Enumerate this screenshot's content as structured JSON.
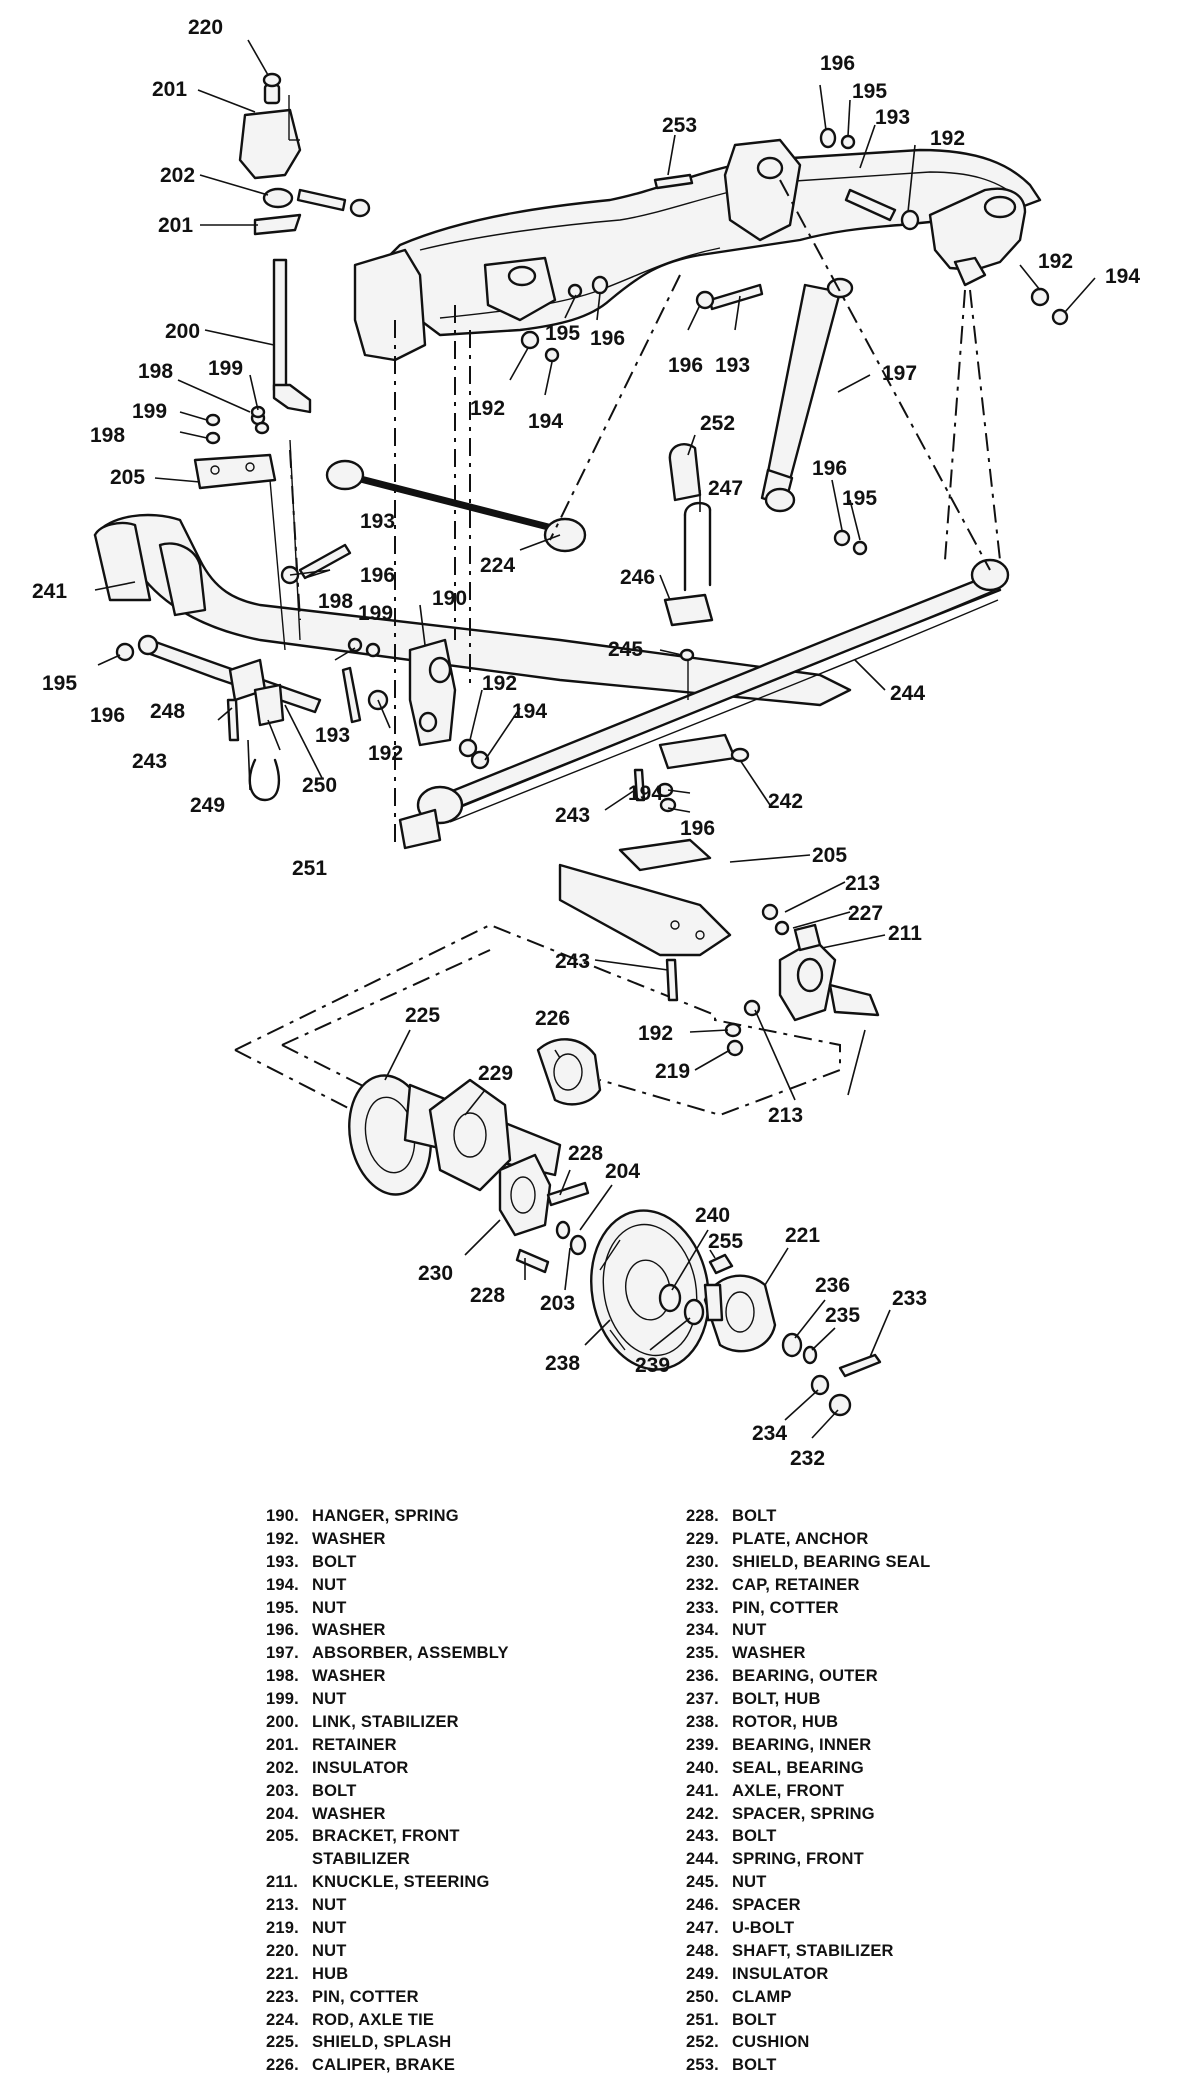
{
  "callouts": {
    "c190": "190",
    "c192a": "192",
    "c192b": "192",
    "c192c": "192",
    "c192d": "192",
    "c192e": "192",
    "c192f": "192",
    "c193a": "193",
    "c193b": "193",
    "c193c": "193",
    "c193d": "193",
    "c194a": "194",
    "c194b": "194",
    "c194c": "194",
    "c194d": "194",
    "c195a": "195",
    "c195b": "195",
    "c195c": "195",
    "c195d": "195",
    "c196a": "196",
    "c196b": "196",
    "c196c": "196",
    "c196d": "196",
    "c196e": "196",
    "c196f": "196",
    "c196g": "196",
    "c197": "197",
    "c198a": "198",
    "c198b": "198",
    "c198c": "198",
    "c199a": "199",
    "c199b": "199",
    "c199c": "199",
    "c200": "200",
    "c201a": "201",
    "c201b": "201",
    "c202": "202",
    "c203": "203",
    "c204": "204",
    "c205a": "205",
    "c205b": "205",
    "c211": "211",
    "c213a": "213",
    "c213b": "213",
    "c219": "219",
    "c220": "220",
    "c221": "221",
    "c224": "224",
    "c225": "225",
    "c226": "226",
    "c227": "227",
    "c228a": "228",
    "c228b": "228",
    "c229": "229",
    "c230": "230",
    "c232": "232",
    "c233": "233",
    "c234": "234",
    "c235": "235",
    "c236": "236",
    "c238": "238",
    "c239": "239",
    "c240": "240",
    "c241": "241",
    "c242": "242",
    "c243a": "243",
    "c243b": "243",
    "c243c": "243",
    "c244": "244",
    "c245": "245",
    "c246": "246",
    "c247": "247",
    "c248": "248",
    "c249": "249",
    "c250": "250",
    "c251": "251",
    "c252": "252",
    "c253": "253",
    "c255": "255"
  },
  "legend": {
    "left": [
      {
        "num": "190.",
        "name": "HANGER, SPRING"
      },
      {
        "num": "192.",
        "name": "WASHER"
      },
      {
        "num": "193.",
        "name": "BOLT"
      },
      {
        "num": "194.",
        "name": "NUT"
      },
      {
        "num": "195.",
        "name": "NUT"
      },
      {
        "num": "196.",
        "name": "WASHER"
      },
      {
        "num": "197.",
        "name": "ABSORBER, ASSEMBLY"
      },
      {
        "num": "198.",
        "name": "WASHER"
      },
      {
        "num": "199.",
        "name": "NUT"
      },
      {
        "num": "200.",
        "name": "LINK, STABILIZER"
      },
      {
        "num": "201.",
        "name": "RETAINER"
      },
      {
        "num": "202.",
        "name": "INSULATOR"
      },
      {
        "num": "203.",
        "name": "BOLT"
      },
      {
        "num": "204.",
        "name": "WASHER"
      },
      {
        "num": "205.",
        "name": "BRACKET, FRONT"
      },
      {
        "num": "",
        "name": "STABILIZER"
      },
      {
        "num": "211.",
        "name": "KNUCKLE, STEERING"
      },
      {
        "num": "213.",
        "name": "NUT"
      },
      {
        "num": "219.",
        "name": "NUT"
      },
      {
        "num": "220.",
        "name": "NUT"
      },
      {
        "num": "221.",
        "name": "HUB"
      },
      {
        "num": "223.",
        "name": "PIN, COTTER"
      },
      {
        "num": "224.",
        "name": "ROD, AXLE TIE"
      },
      {
        "num": "225.",
        "name": "SHIELD, SPLASH"
      },
      {
        "num": "226.",
        "name": "CALIPER, BRAKE"
      }
    ],
    "right": [
      {
        "num": "228.",
        "name": "BOLT"
      },
      {
        "num": "229.",
        "name": "PLATE, ANCHOR"
      },
      {
        "num": "230.",
        "name": "SHIELD, BEARING SEAL"
      },
      {
        "num": "232.",
        "name": "CAP, RETAINER"
      },
      {
        "num": "233.",
        "name": "PIN, COTTER"
      },
      {
        "num": "234.",
        "name": "NUT"
      },
      {
        "num": "235.",
        "name": "WASHER"
      },
      {
        "num": "236.",
        "name": "BEARING, OUTER"
      },
      {
        "num": "237.",
        "name": "BOLT, HUB"
      },
      {
        "num": "238.",
        "name": "ROTOR, HUB"
      },
      {
        "num": "239.",
        "name": "BEARING, INNER"
      },
      {
        "num": "240.",
        "name": "SEAL, BEARING"
      },
      {
        "num": "241.",
        "name": "AXLE, FRONT"
      },
      {
        "num": "242.",
        "name": "SPACER, SPRING"
      },
      {
        "num": "243.",
        "name": "BOLT"
      },
      {
        "num": "244.",
        "name": "SPRING, FRONT"
      },
      {
        "num": "245.",
        "name": "NUT"
      },
      {
        "num": "246.",
        "name": "SPACER"
      },
      {
        "num": "247.",
        "name": "U-BOLT"
      },
      {
        "num": "248.",
        "name": "SHAFT, STABILIZER"
      },
      {
        "num": "249.",
        "name": "INSULATOR"
      },
      {
        "num": "250.",
        "name": "CLAMP"
      },
      {
        "num": "251.",
        "name": "BOLT"
      },
      {
        "num": "252.",
        "name": "CUSHION"
      },
      {
        "num": "253.",
        "name": "BOLT"
      }
    ]
  }
}
